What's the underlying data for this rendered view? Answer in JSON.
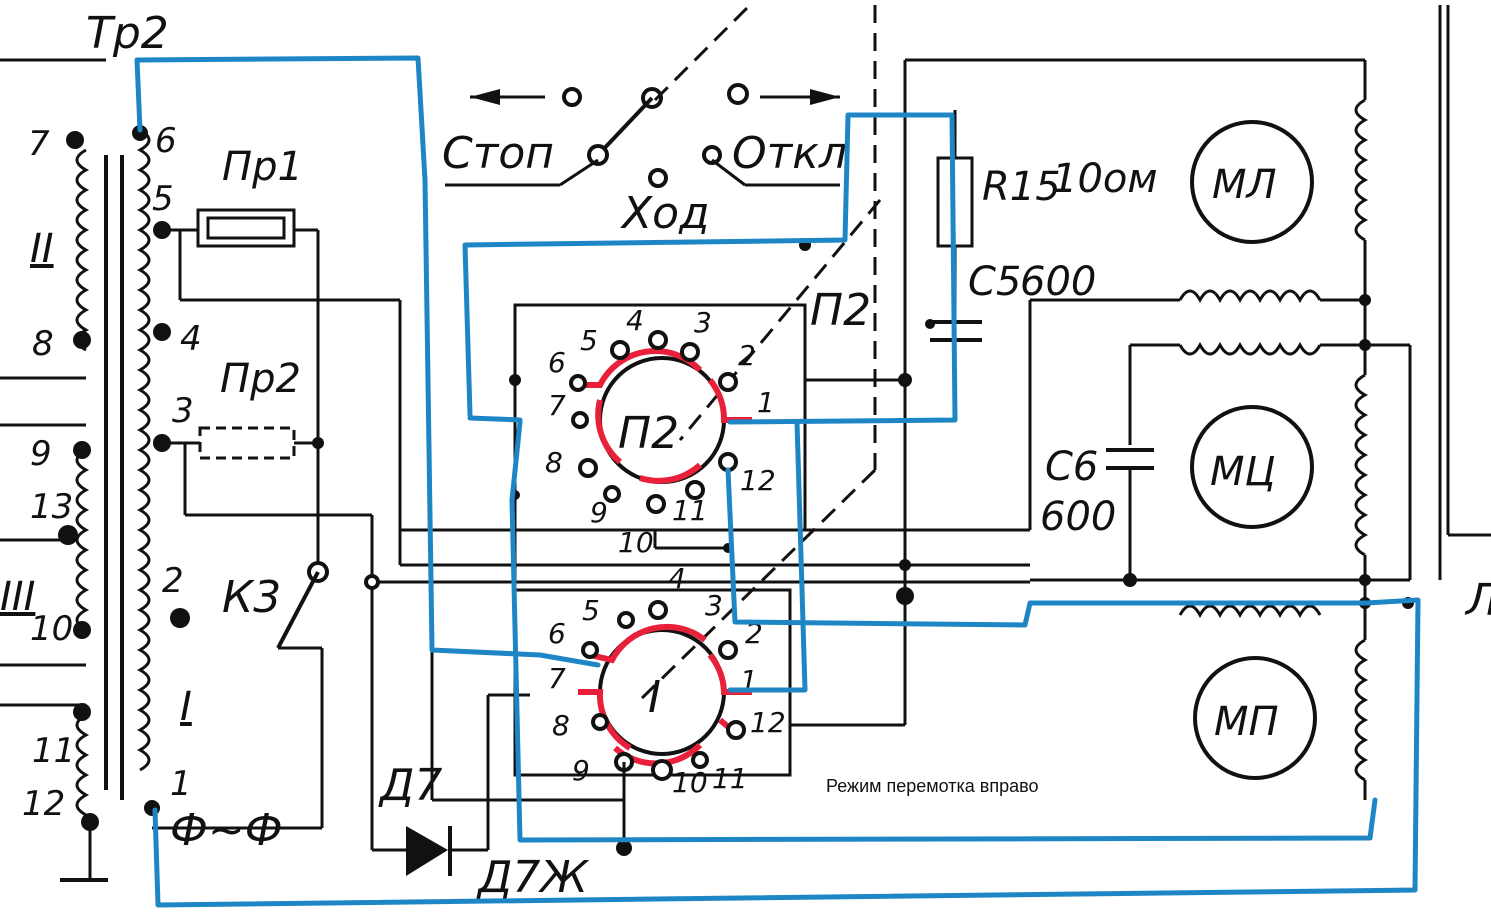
{
  "transformer": {
    "name": "Тр2",
    "winding_I": "I",
    "winding_II": "II",
    "winding_III": "III",
    "taps": [
      "1",
      "2",
      "3",
      "4",
      "5",
      "6",
      "7",
      "8",
      "9",
      "13",
      "10",
      "11",
      "12"
    ]
  },
  "fuses": {
    "fuse1": "Пр1",
    "fuse2": "Пр2"
  },
  "switch_k3": "К3",
  "diode": {
    "name": "Д7",
    "type": "Д7Ж"
  },
  "mains_symbol": "Ф~Ф",
  "mode_switch": {
    "stop": "Стоп",
    "off": "Откл",
    "run": "Ход"
  },
  "switch_p2": {
    "label": "П2",
    "upper_wafer": {
      "label": "П2",
      "pins": [
        "1",
        "2",
        "3",
        "4",
        "5",
        "6",
        "7",
        "8",
        "9",
        "10",
        "11",
        "12"
      ]
    },
    "lower_wafer": {
      "label": "I",
      "pins": [
        "1",
        "2",
        "3",
        "4",
        "5",
        "6",
        "7",
        "8",
        "9",
        "10",
        "11",
        "12"
      ]
    }
  },
  "components": {
    "r15": "R15",
    "r15_value": "10ом",
    "c5": "С5",
    "c5_value": "600",
    "c6": "С6",
    "c6_value": "600"
  },
  "motors": {
    "left": "МЛ",
    "center": "МЦ",
    "right": "МП"
  },
  "edge_label": "Л",
  "caption": "Режим перемотка вправо",
  "colors": {
    "path": "#1f86c6",
    "contacts": "#e8203a",
    "ink": "#111111"
  }
}
